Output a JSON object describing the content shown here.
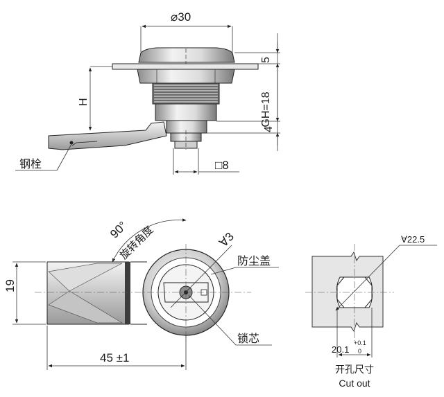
{
  "top_view": {
    "diameter_label": "⌀30",
    "height_label": "H",
    "top_thickness_label": "5",
    "gh_label": "GH=18",
    "bottom_thickness_label": "4",
    "square_label": "□8",
    "cam_label": "钢栓"
  },
  "front_view": {
    "height_label": "19",
    "angle_label": "90°",
    "rotation_label": "旋转角度",
    "key_diameter_label": "∀3",
    "dust_cover_label": "防尘盖",
    "core_label": "锁芯",
    "length_label": "45 ±1"
  },
  "cutout": {
    "diameter_label": "∀22.5",
    "flat_label": "20.1",
    "tol_upper": "+0.1",
    "tol_lower": "0",
    "title_cn": "开孔尺寸",
    "title_en": "Cut out"
  }
}
